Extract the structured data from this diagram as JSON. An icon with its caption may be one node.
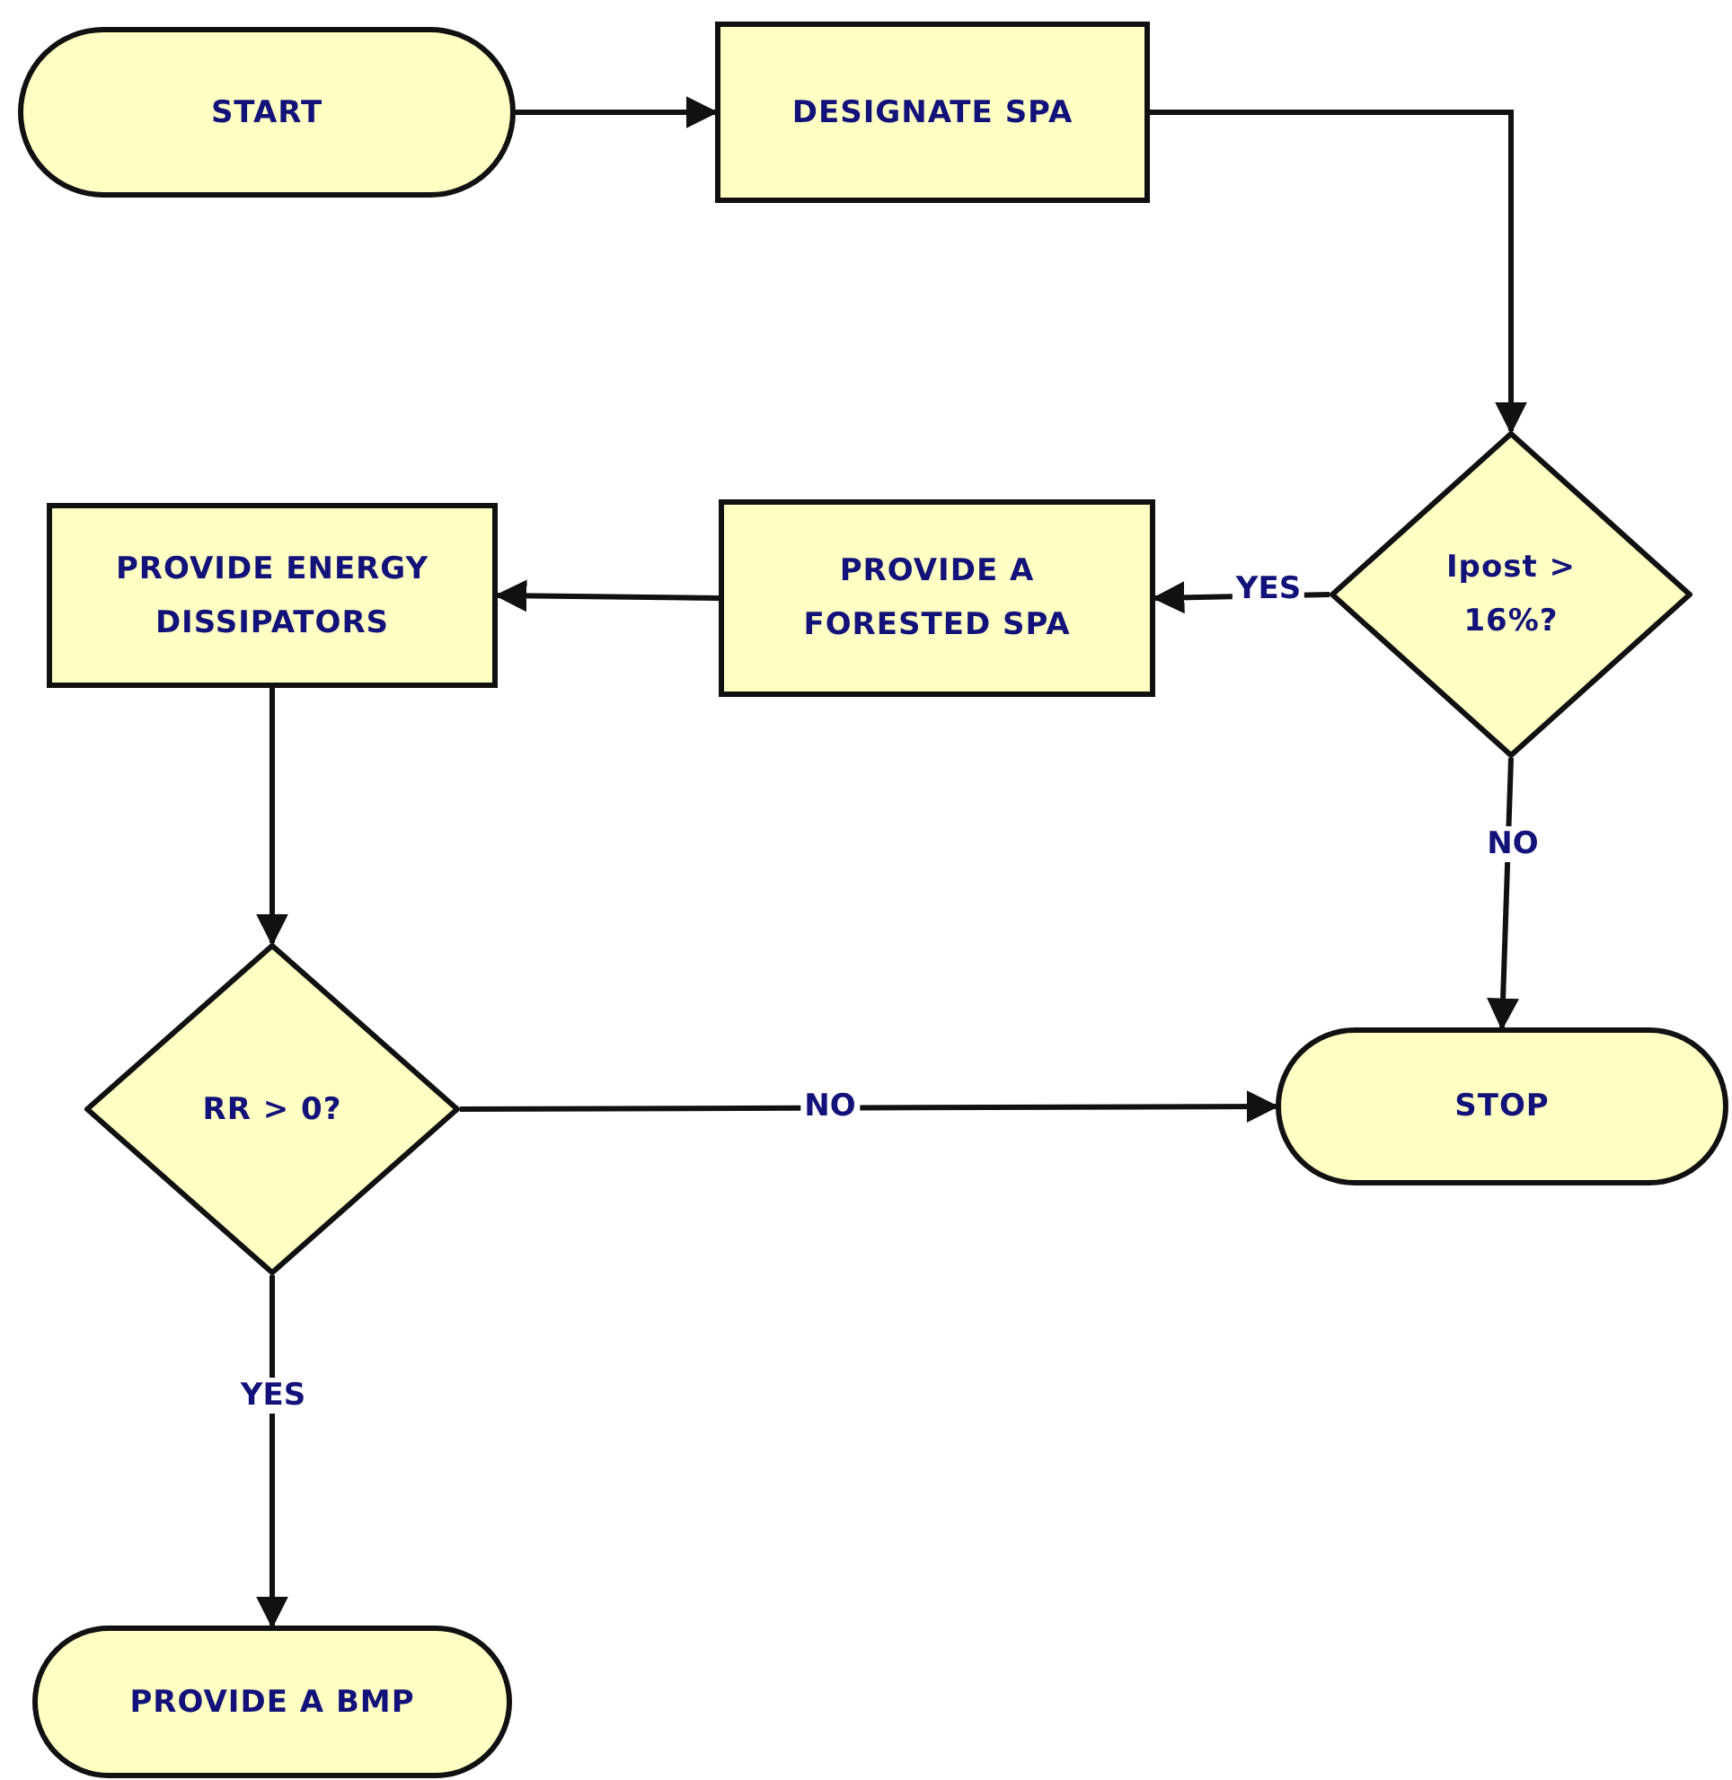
{
  "diagram": {
    "nodes": [
      {
        "text": [
          "START"
        ]
      },
      {
        "text": [
          "DESIGNATE SPA"
        ]
      },
      {
        "text": [
          "Ipost > 16%?"
        ]
      },
      {
        "text": [
          "PROVIDE A FORESTED SPA"
        ]
      },
      {
        "text": [
          "PROVIDE ENERGY DISSIPATORS"
        ]
      },
      {
        "text": [
          "RR > 0?"
        ]
      },
      {
        "text": [
          "STOP"
        ]
      },
      {
        "text": [
          "PROVIDE A BMP"
        ]
      }
    ],
    "edges": [
      {
        "from": 0,
        "to": 1,
        "arrow": "to"
      },
      {
        "from": 1,
        "to": 2,
        "arrow": "to"
      },
      {
        "from": 2,
        "to": 3,
        "arrow": "to",
        "label": "YES"
      },
      {
        "from": 2,
        "to": 6,
        "arrow": "to",
        "label": "NO"
      },
      {
        "from": 3,
        "to": 4,
        "arrow": "to"
      },
      {
        "from": 4,
        "to": 5,
        "arrow": "to"
      },
      {
        "from": 5,
        "to": 6,
        "arrow": "to",
        "label": "NO"
      },
      {
        "from": 5,
        "to": 7,
        "arrow": "to",
        "label": "YES"
      }
    ]
  }
}
